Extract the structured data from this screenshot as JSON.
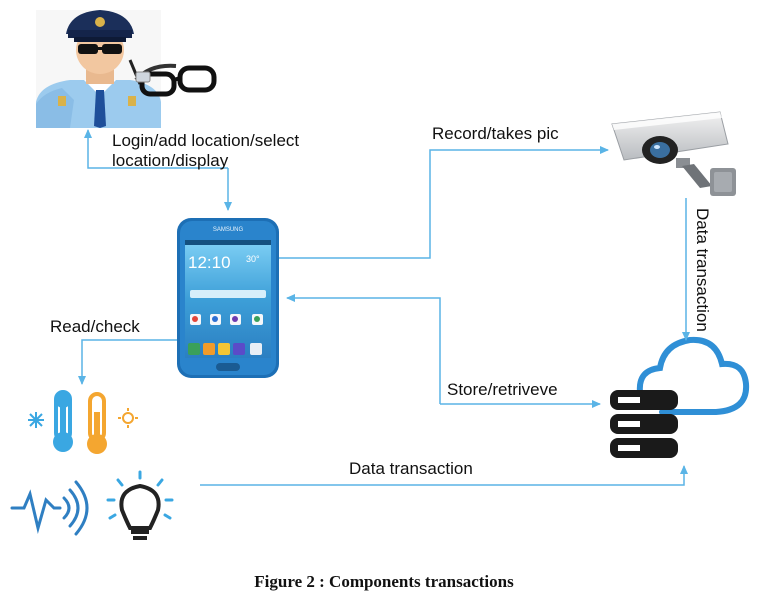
{
  "labels": {
    "login": "Login/add location/select\nlocation/display",
    "record": "Record/takes pic",
    "data_transaction_vertical": "Data transaction",
    "read_check": "Read/check",
    "store_retrieve": "Store/retriveve",
    "data_transaction_bottom": "Data transaction"
  },
  "phone": {
    "brand": "SAMSUNG",
    "time": "12:10",
    "temp": "30°"
  },
  "caption": "Figure 2 : Components transactions",
  "colors": {
    "arrow": "#5ab4e6",
    "uniform": "#9ccbee",
    "phone_body": "#1d6fb5",
    "thermo_blue": "#3aa7e2",
    "thermo_orange": "#f4a630",
    "server": "#1a1a1a",
    "cloud": "#2f8fd6"
  }
}
